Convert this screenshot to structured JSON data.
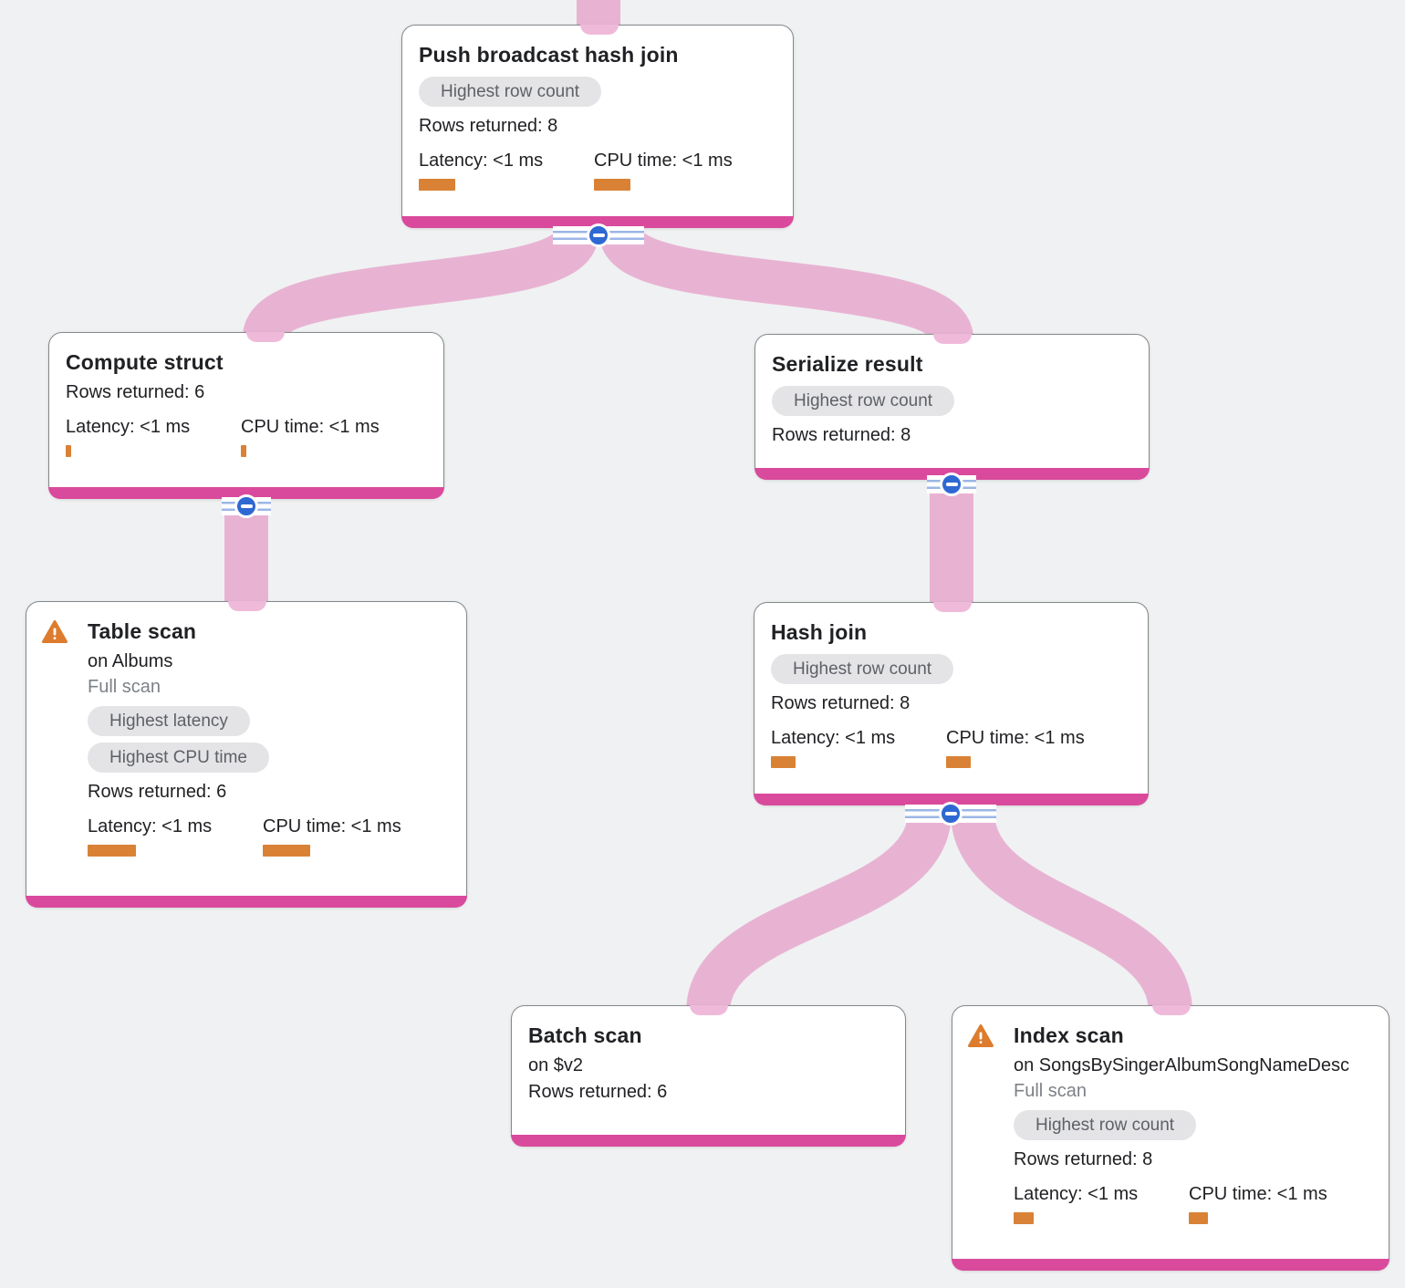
{
  "colors": {
    "accent-pink": "#d94a9c",
    "ribbon": "#df76b4",
    "bar-orange": "#d98236",
    "button-blue": "#2e68d3",
    "badge-bg": "#e4e4e7",
    "badge-text": "#5d6166",
    "bg": "#f0f1f2"
  },
  "nodes": [
    {
      "title": "Push broadcast hash join",
      "badges": [
        "Highest row count"
      ],
      "rows_returned": "Rows returned: 8",
      "latency_label": "Latency: <1 ms",
      "cpu_label": "CPU time: <1 ms",
      "latency_bar": 40,
      "cpu_bar": 40
    },
    {
      "title": "Compute struct",
      "rows_returned": "Rows returned: 6",
      "latency_label": "Latency: <1 ms",
      "cpu_label": "CPU time: <1 ms",
      "latency_bar": 6,
      "cpu_bar": 6
    },
    {
      "title": "Serialize result",
      "badges": [
        "Highest row count"
      ],
      "rows_returned": "Rows returned: 8"
    },
    {
      "title": "Table scan",
      "subtitle": "on Albums",
      "scan_type": "Full scan",
      "badges": [
        "Highest latency",
        "Highest CPU time"
      ],
      "rows_returned": "Rows returned: 6",
      "latency_label": "Latency: <1 ms",
      "cpu_label": "CPU time: <1 ms",
      "latency_bar": 53,
      "cpu_bar": 52
    },
    {
      "title": "Hash join",
      "badges": [
        "Highest row count"
      ],
      "rows_returned": "Rows returned: 8",
      "latency_label": "Latency: <1 ms",
      "cpu_label": "CPU time: <1 ms",
      "latency_bar": 27,
      "cpu_bar": 27
    },
    {
      "title": "Batch scan",
      "subtitle": "on $v2",
      "rows_returned": "Rows returned: 6"
    },
    {
      "title": "Index scan",
      "subtitle": "on SongsBySingerAlbumSongNameDesc",
      "scan_type": "Full scan",
      "badges": [
        "Highest row count"
      ],
      "rows_returned": "Rows returned: 8",
      "latency_label": "Latency: <1 ms",
      "cpu_label": "CPU time: <1 ms",
      "latency_bar": 22,
      "cpu_bar": 21
    }
  ]
}
